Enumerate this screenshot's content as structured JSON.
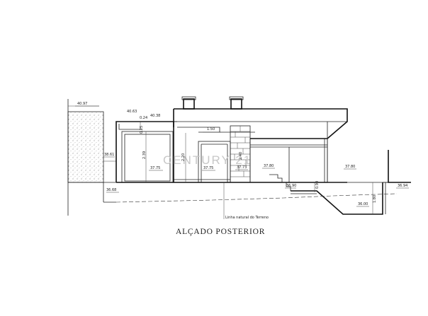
{
  "title": "ALÇADO POSTERIOR",
  "watermark": "CENTURY 21",
  "terrain_label": "Linha natural do Terreno",
  "levels": {
    "wall_top_left": "40.97",
    "wall_side": "38.61",
    "ground_left": "36.68",
    "ground_right": "36.94",
    "parapet_a": "40.63",
    "parapet_b": "40.38",
    "floor_a": "37.75",
    "floor_b": "37.75",
    "floor_c": "37.73",
    "floor_d": "37.80",
    "floor_e": "37.80",
    "stair_bottom": "36.90",
    "pit_bottom": "36.00"
  },
  "dimensions": {
    "d_024": "0.24",
    "d_025": "0.25",
    "d_150": "1.50",
    "d_239": "2.39",
    "d_220": "2.20",
    "d_240": "2.40",
    "d_090": "0.90",
    "d_180": "1.80"
  }
}
